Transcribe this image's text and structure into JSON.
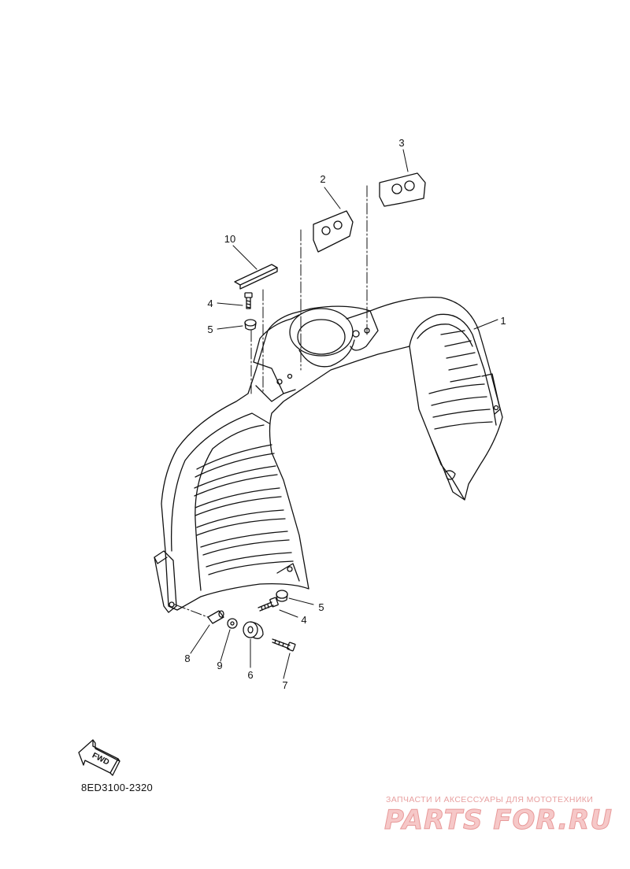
{
  "diagram": {
    "part_code": "8ED3100-2320",
    "fwd_label": "FWD",
    "callouts": [
      "1",
      "2",
      "3",
      "4",
      "5",
      "4",
      "5",
      "6",
      "7",
      "8",
      "9",
      "10"
    ]
  },
  "watermark": {
    "caption": "ЗАПЧАСТИ И АКСЕССУАРЫ ДЛЯ МОТОТЕХНИКИ",
    "logo": "PARTS FOR.RU"
  }
}
